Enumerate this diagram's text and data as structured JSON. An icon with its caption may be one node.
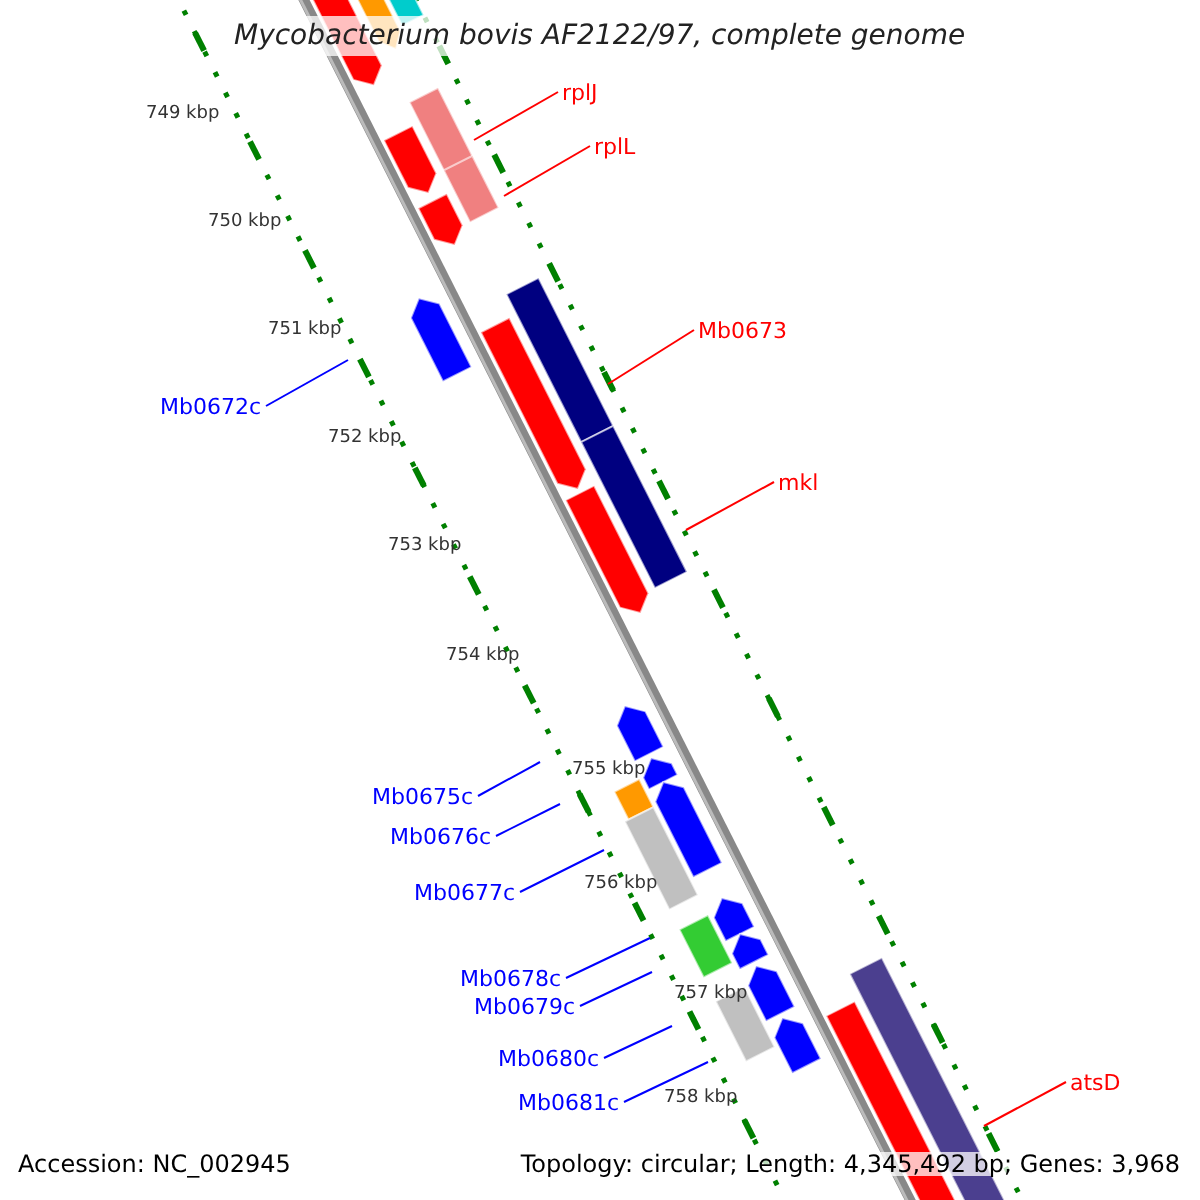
{
  "diagram": {
    "title": "Mycobacterium bovis AF2122/97, complete genome",
    "nodes": [
      {
        "text": [
          "rplJ"
        ]
      },
      {
        "text": [
          "rplL"
        ]
      },
      {
        "text": [
          "Mb0673"
        ]
      },
      {
        "text": [
          "Mb0672c"
        ]
      },
      {
        "text": [
          "mkl"
        ]
      },
      {
        "text": [
          "Mb0675c"
        ]
      },
      {
        "text": [
          "Mb0676c"
        ]
      },
      {
        "text": [
          "Mb0677c"
        ]
      },
      {
        "text": [
          "Mb0678c"
        ]
      },
      {
        "text": [
          "Mb0679c"
        ]
      },
      {
        "text": [
          "Mb0680c"
        ]
      },
      {
        "text": [
          "Mb0681c"
        ]
      },
      {
        "text": [
          "atsD"
        ]
      }
    ],
    "edges": [
      {
        "from": 0,
        "to": null,
        "arrow": "none",
        "color": "#ff0000"
      },
      {
        "from": 1,
        "to": null,
        "arrow": "none",
        "color": "#ff0000"
      },
      {
        "from": 2,
        "to": null,
        "arrow": "none",
        "color": "#ff0000"
      },
      {
        "from": 3,
        "to": null,
        "arrow": "none"
      },
      {
        "from": 4,
        "to": null,
        "arrow": "none",
        "color": "#ff0000"
      },
      {
        "from": 5,
        "to": null,
        "arrow": "none"
      },
      {
        "from": 6,
        "to": null,
        "arrow": "none"
      },
      {
        "from": 7,
        "to": null,
        "arrow": "none"
      },
      {
        "from": 8,
        "to": null,
        "arrow": "none"
      },
      {
        "from": 9,
        "to": null,
        "arrow": "none"
      },
      {
        "from": 10,
        "to": null,
        "arrow": "none"
      },
      {
        "from": 11,
        "to": null,
        "arrow": "none"
      },
      {
        "from": 12,
        "to": null,
        "arrow": "none",
        "color": "#ff0000"
      }
    ],
    "labels": [
      "749 kbp",
      "750 kbp",
      "751 kbp",
      "752 kbp",
      "753 kbp",
      "754 kbp",
      "755 kbp",
      "756 kbp",
      "757 kbp",
      "758 kbp",
      "Accession: NC_002945",
      "Topology: circular; Length: 4,345,492 bp; Genes: 3,968"
    ]
  }
}
